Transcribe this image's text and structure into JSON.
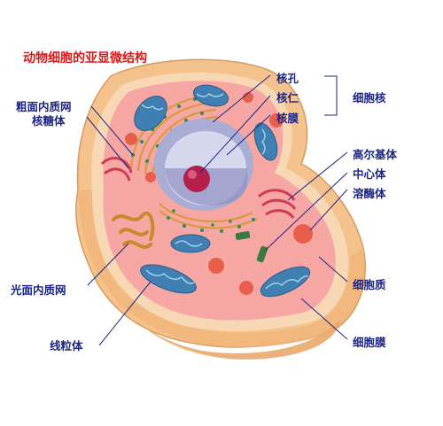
{
  "diagram": {
    "title": "动物细胞的亚显微结构",
    "labels": {
      "rough_er": "粗面内质网",
      "ribosome": "核糖体",
      "smooth_er": "光面内质网",
      "mitochondria": "线粒体",
      "nuclear_pore": "核孔",
      "nucleolus": "核仁",
      "nuclear_membrane": "核膜",
      "nucleus": "细胞核",
      "golgi": "高尔基体",
      "centrosome": "中心体",
      "lysosome": "溶酶体",
      "cytoplasm": "细胞质",
      "cell_membrane": "细胞膜"
    },
    "colors": {
      "title": "#d51a1a",
      "label": "#1c2486",
      "cytoplasm": "#f6a7a3",
      "membrane_outer": "#f3c58f",
      "mitochondria": "#3f7fb2",
      "nucleus": "#c9cbe3",
      "nucleolus": "#b3204b",
      "golgi": "#e2a64d",
      "lysosome": "#e95d4b"
    }
  }
}
